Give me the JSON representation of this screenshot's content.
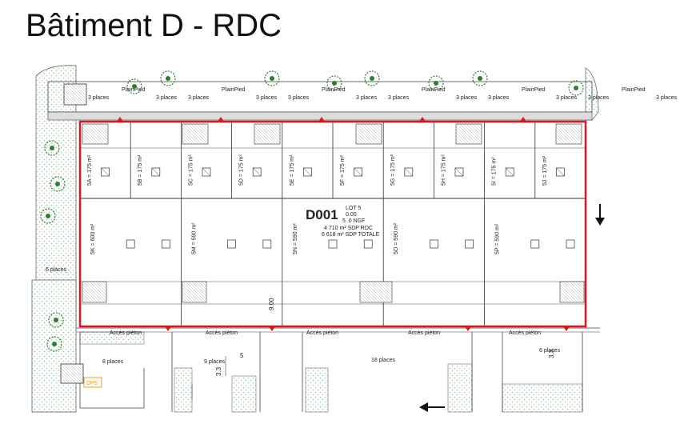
{
  "title": "Bâtiment D - RDC",
  "building": {
    "id": "D001",
    "info": [
      "LOT 5",
      "0.00",
      "5 .0 NGF",
      "4 710 m² SDP RDC",
      "6 618 m² SDP TOTALE"
    ],
    "outline_color": "#e0141b"
  },
  "top_units": [
    {
      "label": "5A = 175 m²"
    },
    {
      "label": "5B = 175 m²"
    },
    {
      "label": "5C = 175 m²"
    },
    {
      "label": "5D = 175 m²"
    },
    {
      "label": "5E = 175 m²"
    },
    {
      "label": "5F = 175 m²"
    },
    {
      "label": "5G = 175 m²"
    },
    {
      "label": "5H = 175 m²"
    },
    {
      "label": "5I = 175 m²"
    },
    {
      "label": "5J = 175 m²"
    }
  ],
  "bottom_units": [
    {
      "label": "5K = 600 m²"
    },
    {
      "label": "5M = 590 m²"
    },
    {
      "label": "5N = 590 m²"
    },
    {
      "label": "5O = 590 m²"
    },
    {
      "label": "5P = 590 m²"
    }
  ],
  "parking_top": [
    {
      "places": "3 places",
      "type": "PlainPied"
    },
    {
      "places": "3 places",
      "type": "PlainPied"
    },
    {
      "places": "3 places",
      "type": "PlainPied"
    },
    {
      "places": "3 places",
      "type": "PlainPied"
    },
    {
      "places": "3 places",
      "type": "PlainPied"
    },
    {
      "places": "3 places",
      "type": "PlainPied"
    }
  ],
  "parking_bottom": [
    "8 places",
    "9 places",
    "18 places",
    "6 places"
  ],
  "parking_left": "6 places",
  "access_label": "Accès piéton",
  "dimensions": [
    "9.00",
    "3.3",
    "5",
    "3.3"
  ],
  "badge": "DP5",
  "tree_color": "#2e7d32",
  "hatch_color": "#8fbf8f"
}
